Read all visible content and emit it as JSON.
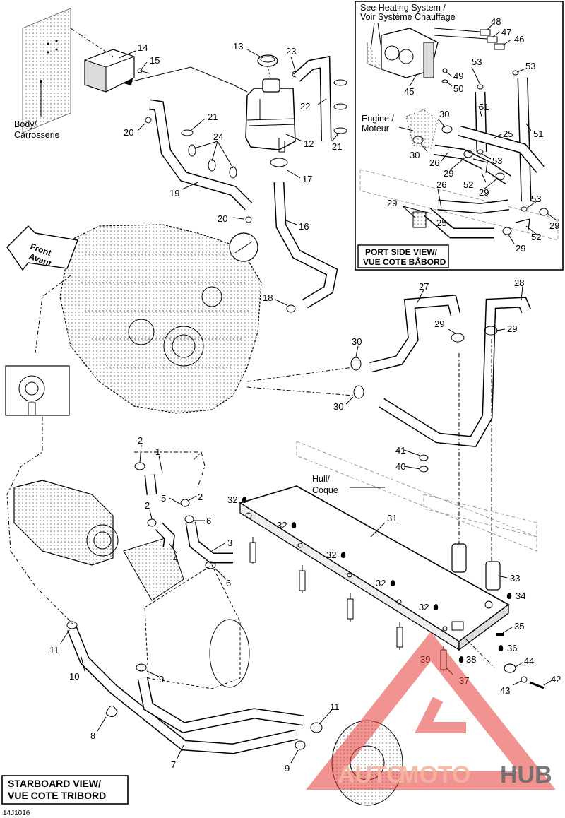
{
  "labels": {
    "heating_note": "See Heating System /",
    "heating_note2": "Voir Système Chauffage",
    "body": "Body/",
    "body2": "Carrosserie",
    "front": "Front",
    "front2": "Avant",
    "engine": "Engine /",
    "engine2": "Moteur",
    "hull": "Hull/",
    "hull2": "Coque",
    "port_view": "PORT SIDE VIEW/",
    "port_view2": "VUE COTE BÂBORD",
    "starboard_view": "STARBOARD VIEW/",
    "starboard_view2": "VUE COTE TRIBORD",
    "diagram_code": "14J1016"
  },
  "watermark": {
    "auto": "AUTO",
    "moto": "MOTO",
    "hub": "HUB",
    "accent": "#e43a36"
  },
  "parts": {
    "p1": "1",
    "p2a": "2",
    "p2b": "2",
    "p3": "3",
    "p4": "4",
    "p5": "5",
    "p6a": "6",
    "p6b": "6",
    "p7": "7",
    "p8": "8",
    "p9a": "9",
    "p9b": "9",
    "p10": "10",
    "p11a": "11",
    "p11b": "11",
    "p12": "12",
    "p13": "13",
    "p14": "14",
    "p15": "15",
    "p16": "16",
    "p17": "17",
    "p18": "18",
    "p19": "19",
    "p20a": "20",
    "p20b": "20",
    "p21a": "21",
    "p21b": "21",
    "p22": "22",
    "p23": "23",
    "p24": "24",
    "p25a": "25",
    "p25b": "25",
    "p26a": "26",
    "p26b": "26",
    "p27": "27",
    "p28": "28",
    "p29a": "29",
    "p29b": "29",
    "p29c": "29",
    "p29d": "29",
    "p29e": "29",
    "p29f": "29",
    "p29g": "29",
    "p30a": "30",
    "p30b": "30",
    "p30c": "30",
    "p30d": "30",
    "p31": "31",
    "p32a": "32",
    "p32b": "32",
    "p32c": "32",
    "p32d": "32",
    "p32e": "32",
    "p33": "33",
    "p34": "34",
    "p35": "35",
    "p36": "36",
    "p37": "37",
    "p38": "38",
    "p39": "39",
    "p40": "40",
    "p41": "41",
    "p42": "42",
    "p43": "43",
    "p44": "44",
    "p45": "45",
    "p46": "46",
    "p47": "47",
    "p48": "48",
    "p49": "49",
    "p50": "50",
    "p51a": "51",
    "p51b": "51",
    "p52a": "52",
    "p52b": "52",
    "p53a": "53",
    "p53b": "53",
    "p53c": "53",
    "p53d": "53"
  }
}
